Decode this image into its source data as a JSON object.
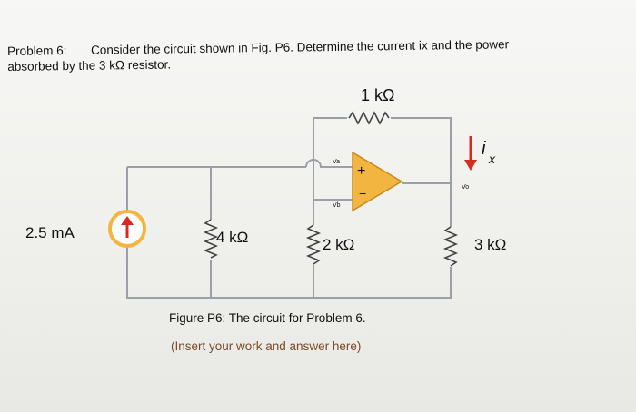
{
  "problem": {
    "number": "Problem 6:",
    "line1": "Consider the circuit shown in Fig. P6. Determine the current ix and the power",
    "line2": "absorbed by the 3 kΩ resistor."
  },
  "circuit": {
    "source_label": "2.5 mA",
    "r_feedback": "1 kΩ",
    "r1": "4 kΩ",
    "r2": "2 kΩ",
    "r3": "3 kΩ",
    "va": "Va",
    "vb": "Vb",
    "vo": "Vo",
    "plus": "+",
    "minus": "−",
    "current_label": "i",
    "current_sub": "x",
    "colors": {
      "wire": "#9aa0a6",
      "opamp_fill": "#f2b640",
      "opamp_stroke": "#c98a1a",
      "source_ring": "#f2b640",
      "arrow": "#d62b1f",
      "resistor": "#444444"
    }
  },
  "caption": "Figure P6: The circuit for Problem 6.",
  "hint": "(Insert your work and answer here)"
}
